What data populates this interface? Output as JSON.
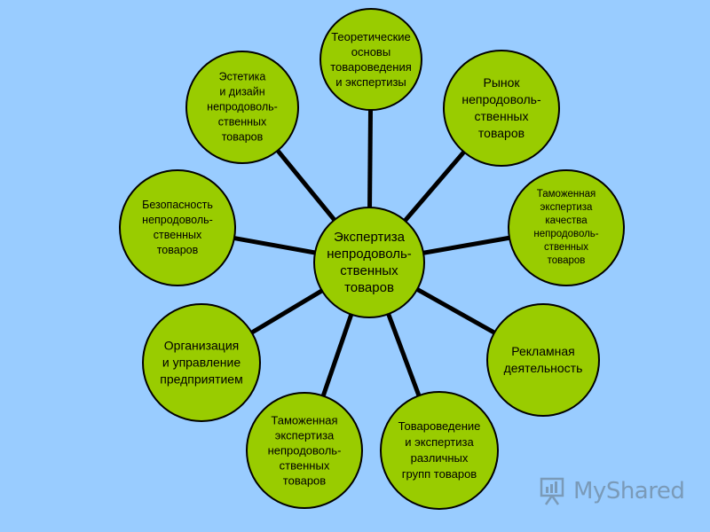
{
  "center": {
    "lines": [
      "Экспертиза",
      "непродоволь-",
      "ственных",
      "товаров"
    ]
  },
  "nodes": [
    {
      "id": "theory",
      "lines": [
        "Теоретические",
        "основы",
        "товароведения",
        "и экспертизы"
      ]
    },
    {
      "id": "market",
      "lines": [
        "Рынок",
        "непродоволь-",
        "ственных",
        "товаров"
      ]
    },
    {
      "id": "customs-quality",
      "lines": [
        "Таможенная",
        "экспертиза",
        "качества",
        "непродоволь-",
        "ственных",
        "товаров"
      ]
    },
    {
      "id": "advertising",
      "lines": [
        "Рекламная",
        "деятельность"
      ]
    },
    {
      "id": "groups",
      "lines": [
        "Товароведение",
        "и экспертиза",
        "различных",
        "групп товаров"
      ]
    },
    {
      "id": "customs",
      "lines": [
        "Таможенная",
        "экспертиза",
        "непродоволь-",
        "ственных",
        "товаров"
      ]
    },
    {
      "id": "management",
      "lines": [
        "Организация",
        "и управление",
        "предприятием"
      ]
    },
    {
      "id": "safety",
      "lines": [
        "Безопасность",
        "непродоволь-",
        "ственных",
        "товаров"
      ]
    },
    {
      "id": "aesthetics",
      "lines": [
        "Эстетика",
        "и дизайн",
        "непродоволь-",
        "ственных",
        "товаров"
      ]
    }
  ],
  "watermark": {
    "label": "MyShared",
    "icon": "presentation-board-icon"
  },
  "colors": {
    "background": "#99ccff",
    "node_fill": "#99cc00",
    "stroke": "#000000",
    "watermark": "#7a9ab8"
  }
}
